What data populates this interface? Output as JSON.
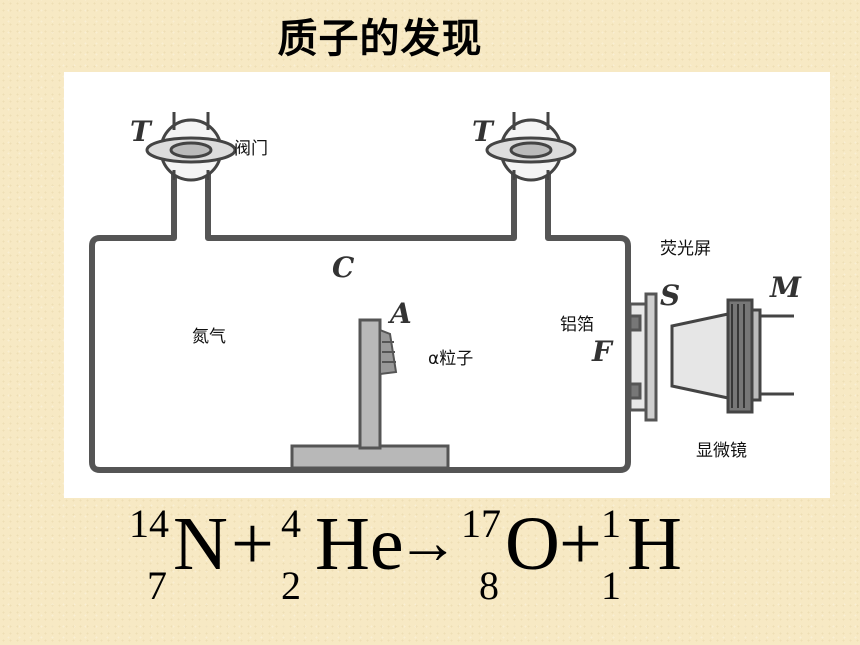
{
  "title": "质子的发现",
  "labels": {
    "valve": "阀门",
    "nitrogen": "氮气",
    "alpha": "α粒子",
    "foil": "铝箔",
    "screen": "荧光屏",
    "microscope": "显微镜"
  },
  "letters": {
    "t_left": "T",
    "t_right": "T",
    "c": "C",
    "a": "A",
    "s": "S",
    "f": "F",
    "m": "M"
  },
  "equation": {
    "n": {
      "mass": "14",
      "atomic": "7",
      "symbol": "N"
    },
    "plus1": "+",
    "he": {
      "mass": "4",
      "atomic": "2",
      "symbol": "He"
    },
    "arrow": "→",
    "o": {
      "mass": "17",
      "atomic": "8",
      "symbol": "O"
    },
    "plus2": "+",
    "h": {
      "mass": "1",
      "atomic": "1",
      "symbol": "H"
    }
  }
}
